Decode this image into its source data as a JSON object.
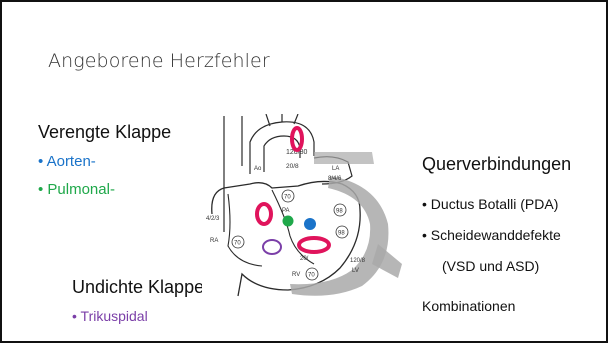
{
  "slide": {
    "title": "Angeborene Herzfehler",
    "left": {
      "heading": "Verengte Klappe",
      "items": [
        {
          "label": "• Aorten-",
          "color": "#1a73c9"
        },
        {
          "label": "• Pulmonal-",
          "color": "#1fa84a"
        }
      ]
    },
    "lower_left": {
      "heading": "Undichte Klappe",
      "items": [
        {
          "label": "• Trikuspidal",
          "color": "#7b3fa8"
        }
      ]
    },
    "right": {
      "heading": "Querverbindungen",
      "items": [
        "• Ductus Botalli (PDA)",
        "• Scheidewanddefekte",
        "(VSD und ASD)"
      ],
      "footer": "Kombinationen"
    },
    "diagram": {
      "labels": {
        "top_values": "120/80",
        "ao": "Ao",
        "ao_value": "20/8",
        "la": "LA",
        "la_value": "8/4/6",
        "pa": "PA",
        "ra_pressure": "4/2/3",
        "ra": "RA",
        "rv": "RV",
        "lv": "LV",
        "lv_value": "120/8",
        "rv_value": "20/",
        "sat_70_pa": "70",
        "sat_70_ra": "70",
        "sat_70_rv": "70",
        "sat_98_la": "98",
        "sat_98_lv": "98"
      },
      "colors": {
        "ring": "#e0145c",
        "pulmonary_valve": "#1fa84a",
        "aortic_valve": "#1a73c9",
        "tricuspid_valve": "#7b3fa8",
        "shunt_gray": "#a9a9a9"
      }
    }
  }
}
